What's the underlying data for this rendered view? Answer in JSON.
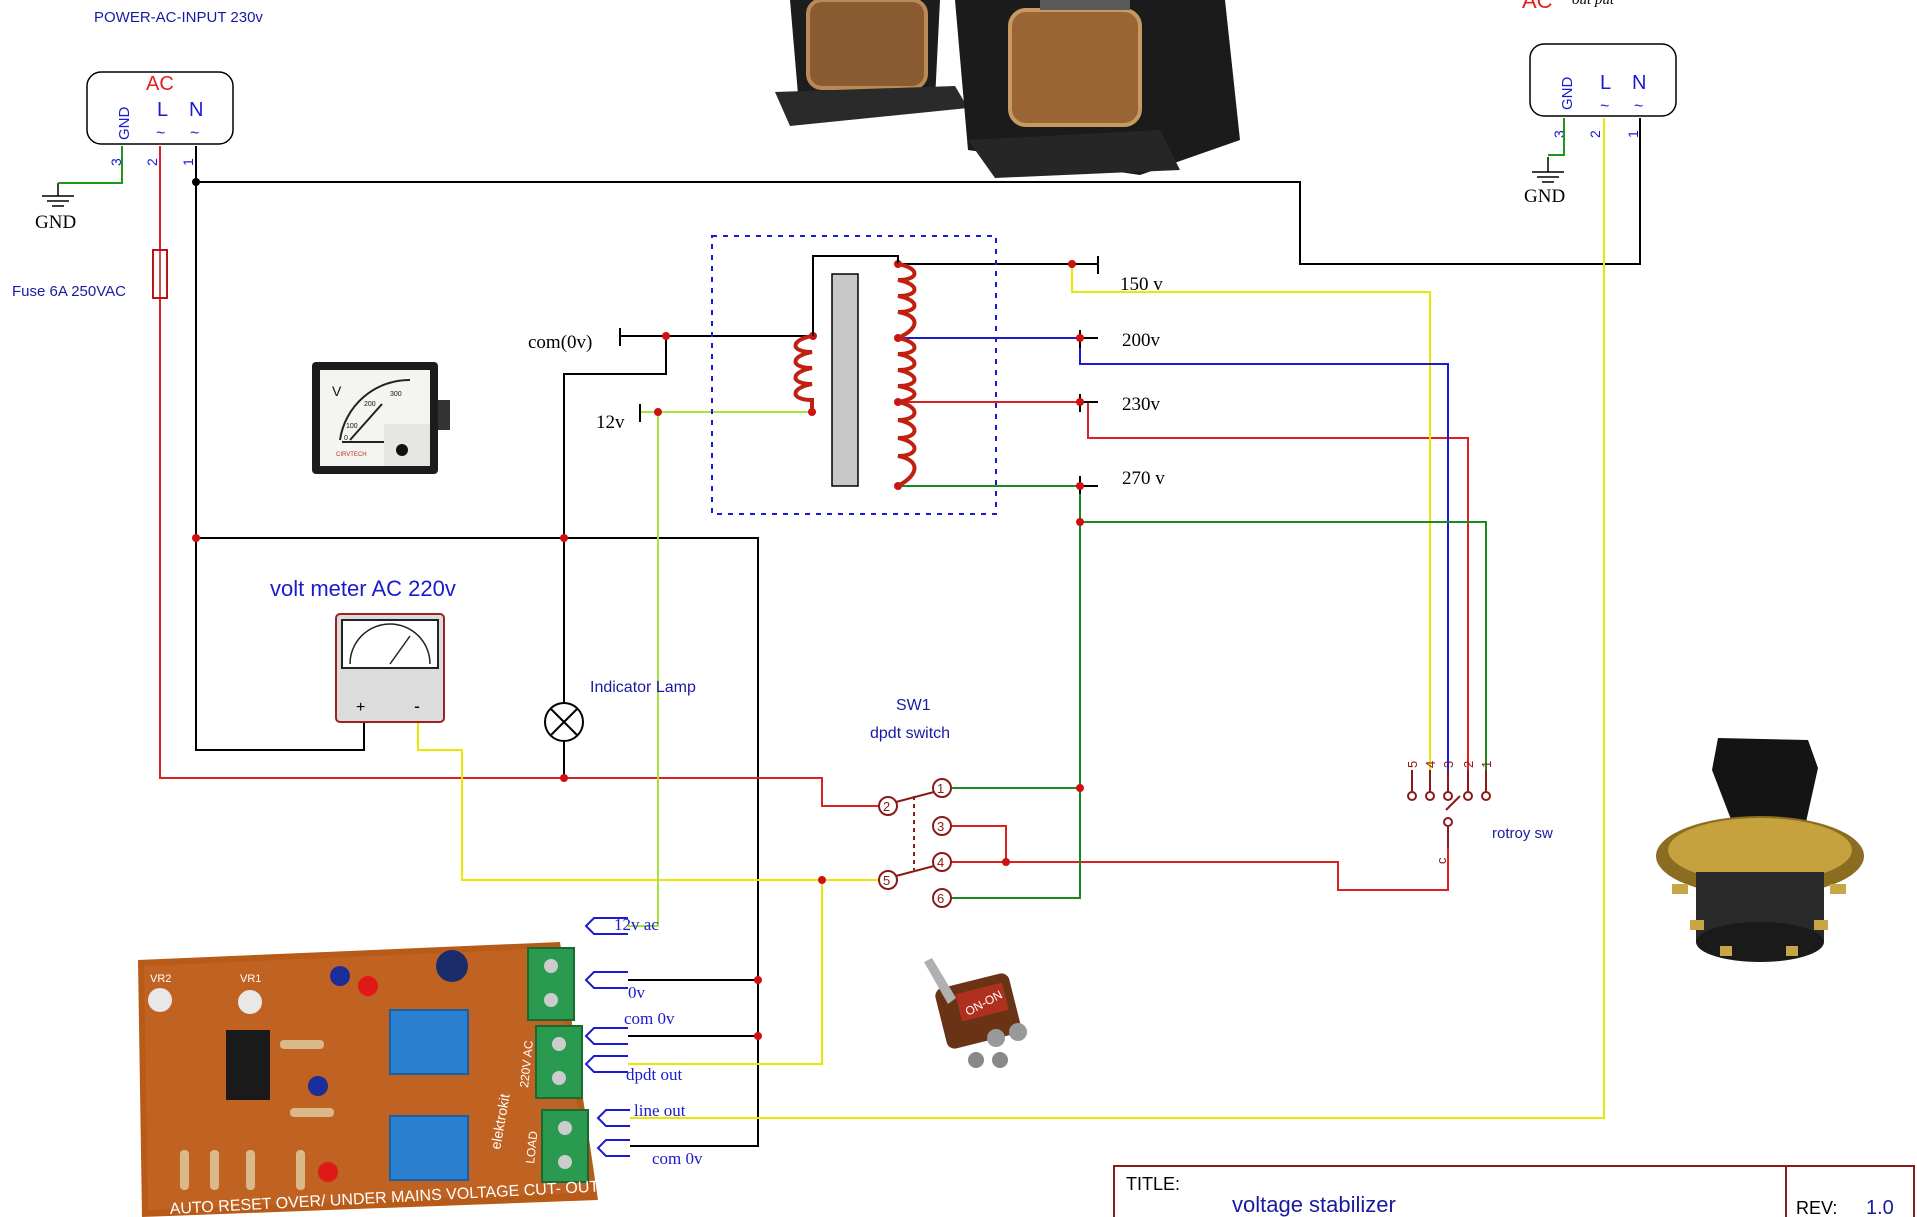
{
  "input": {
    "title": "POWER-AC-INPUT 230v",
    "ac": "AC",
    "gnd": "GND",
    "l": "L",
    "n": "N",
    "tilde": "~",
    "pin3": "3",
    "pin2": "2",
    "pin1": "1",
    "ground_label": "GND"
  },
  "output": {
    "ac": "AC",
    "caption": "out put",
    "gnd": "GND",
    "l": "L",
    "n": "N",
    "tilde": "~",
    "pin3": "3",
    "pin2": "2",
    "pin1": "1",
    "ground_label": "GND"
  },
  "fuse": "Fuse 6A 250VAC",
  "transformer": {
    "com": "com(0v)",
    "v12": "12v",
    "t150": "150 v",
    "t200": "200v",
    "t230": "230v",
    "t270": "270 v"
  },
  "voltmeter": {
    "title": "volt meter AC 220v",
    "plus": "+",
    "minus": "-",
    "photo_v": "V",
    "photo_100": "100",
    "photo_200": "200",
    "photo_300": "300",
    "photo_0": "0",
    "photo_brand": "CIRVTECH"
  },
  "lamp": "Indicator Lamp",
  "sw1": {
    "name": "SW1",
    "type": "dpdt switch",
    "p1": "1",
    "p2": "2",
    "p3": "3",
    "p4": "4",
    "p5": "5",
    "p6": "6"
  },
  "rotary": {
    "label": "rotroy sw",
    "p5": "5",
    "p4": "4",
    "p3": "3",
    "p2": "2",
    "p1": "1",
    "c": "c"
  },
  "pcb": {
    "t12v": "12v ac",
    "t0v": "0v",
    "com1": "com 0v",
    "dpdt": "dpdt out",
    "line": "line out",
    "com2": "com 0v",
    "bottom": "AUTO RESET OVER/ UNDER MAINS VOLTAGE CUT- OUT",
    "brand": "elektrokit",
    "ac220": "220V AC",
    "load": "LOAD",
    "vr2": "VR2",
    "vr1": "VR1"
  },
  "toggle_photo": "ON-ON",
  "title_block": {
    "title_label": "TITLE:",
    "title": "voltage stabilizer",
    "rev_label": "REV:",
    "rev": "1.0"
  }
}
